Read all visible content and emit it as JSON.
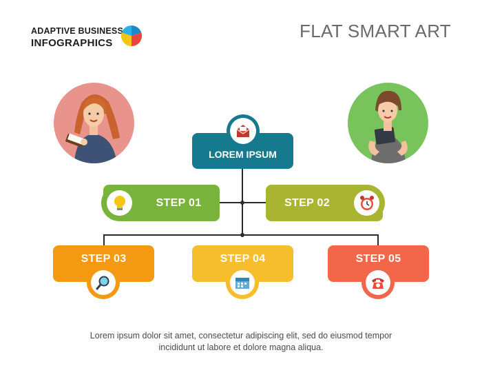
{
  "logo": {
    "line1": "ADAPTIVE BUSINESS",
    "line2": "INFOGRAPHICS",
    "icon": "pie-chart-icon"
  },
  "title": "FLAT SMART ART",
  "root": {
    "label": "LOREM IPSUM",
    "icon": "envelope-icon"
  },
  "steps": [
    {
      "label": "STEP 01",
      "icon": "lightbulb-icon",
      "color": "#78b43c"
    },
    {
      "label": "STEP 02",
      "icon": "alarm-clock-icon",
      "color": "#a9b531"
    },
    {
      "label": "STEP 03",
      "icon": "magnifier-icon",
      "color": "#f49a12"
    },
    {
      "label": "STEP 04",
      "icon": "calendar-icon",
      "color": "#f6bd2c"
    },
    {
      "label": "STEP 05",
      "icon": "telephone-icon",
      "color": "#f2674a"
    }
  ],
  "colors": {
    "root": "#167a8f",
    "avatar_left_bg": "#e8948c",
    "avatar_right_bg": "#78c35c"
  },
  "avatars": [
    {
      "icon": "woman-with-notebook-illustration"
    },
    {
      "icon": "woman-with-tablet-illustration"
    }
  ],
  "description": {
    "line1": "Lorem ipsum dolor sit amet, consectetur adipiscing elit, sed do eiusmod tempor",
    "line2": "incididunt ut labore et dolore magna aliqua."
  }
}
